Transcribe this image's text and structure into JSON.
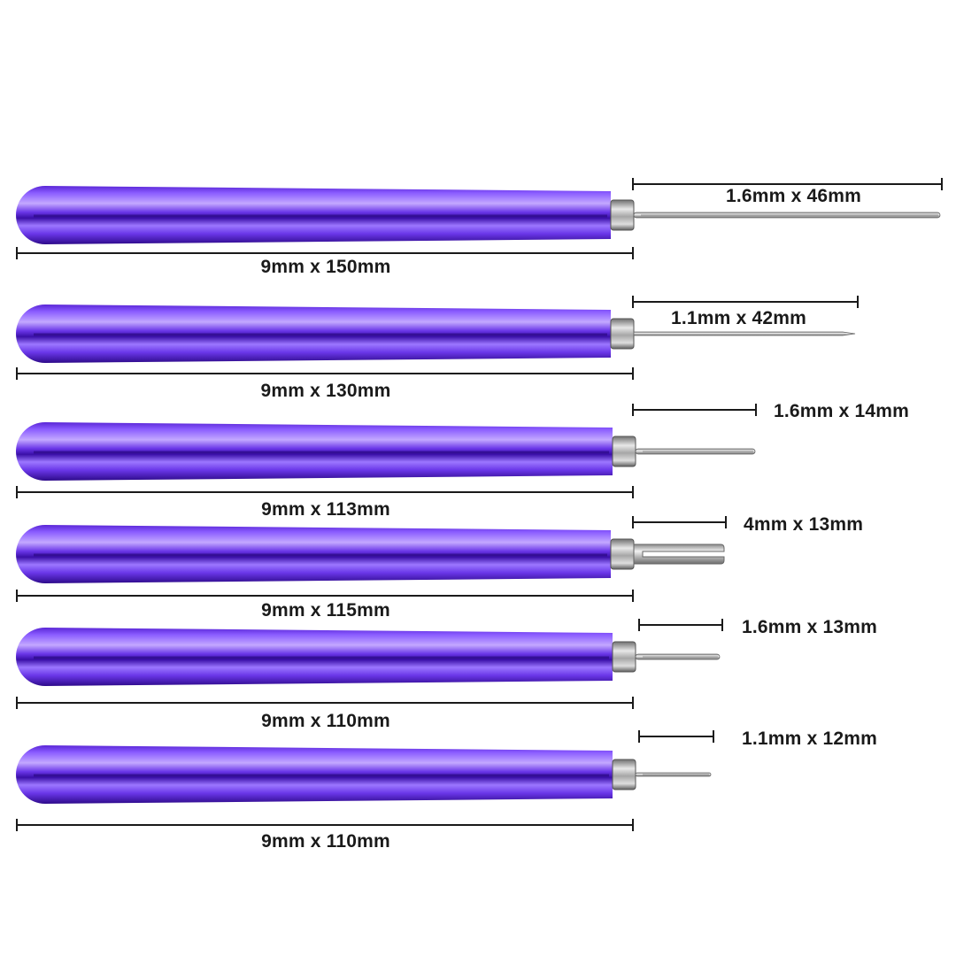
{
  "colors": {
    "handle_dark": "#3a0fa8",
    "handle_mid": "#6a36e8",
    "handle_light": "#b89bff",
    "metal": "#c8c8c8",
    "dimension_line": "#1a1a1a",
    "background": "#ffffff"
  },
  "tools": [
    {
      "handle_label": "9mm x 150mm",
      "tip_label": "1.6mm x 46mm",
      "tip_type": "slotted"
    },
    {
      "handle_label": "9mm x 130mm",
      "tip_label": "1.1mm x 42mm",
      "tip_type": "needle"
    },
    {
      "handle_label": "9mm x 113mm",
      "tip_label": "1.6mm x 14mm",
      "tip_type": "slotted"
    },
    {
      "handle_label": "9mm x 115mm",
      "tip_label": "4mm x 13mm",
      "tip_type": "fork"
    },
    {
      "handle_label": "9mm x 110mm",
      "tip_label": "1.6mm x 13mm",
      "tip_type": "slotted"
    },
    {
      "handle_label": "9mm x 110mm",
      "tip_label": "1.1mm x 12mm",
      "tip_type": "slotted"
    }
  ]
}
